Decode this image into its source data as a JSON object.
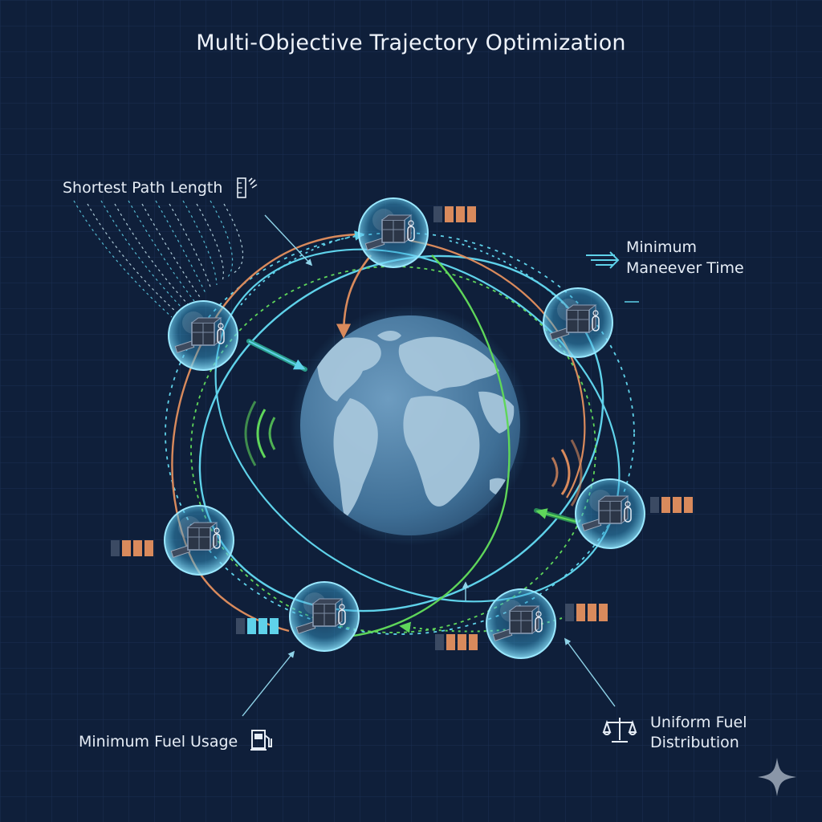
{
  "title": "Multi-Objective Trajectory Optimization",
  "objectives": {
    "shortest_path": {
      "text": "Shortest Path Length",
      "icon": "ruler-icon"
    },
    "min_time": {
      "line1": "Minimum",
      "line2": "Maneever Time",
      "icon": "speed-lines-icon"
    },
    "min_fuel": {
      "text": "Minimum Fuel Usage",
      "icon": "fuel-pump-icon"
    },
    "uniform_fuel": {
      "line1": "Uniform Fuel",
      "line2": "Distribution",
      "icon": "balance-scale-icon"
    }
  },
  "satellite_count": 7,
  "colors": {
    "background": "#0f1f3a",
    "grid": "#1b2f52",
    "orbit_cyan": "#5fd2ea",
    "orbit_green": "#5fd65a",
    "orbit_orange": "#d98a5c",
    "earth_ocean": "#4d7fa6",
    "earth_land": "#a9c8dd",
    "text": "#e6edf6"
  }
}
